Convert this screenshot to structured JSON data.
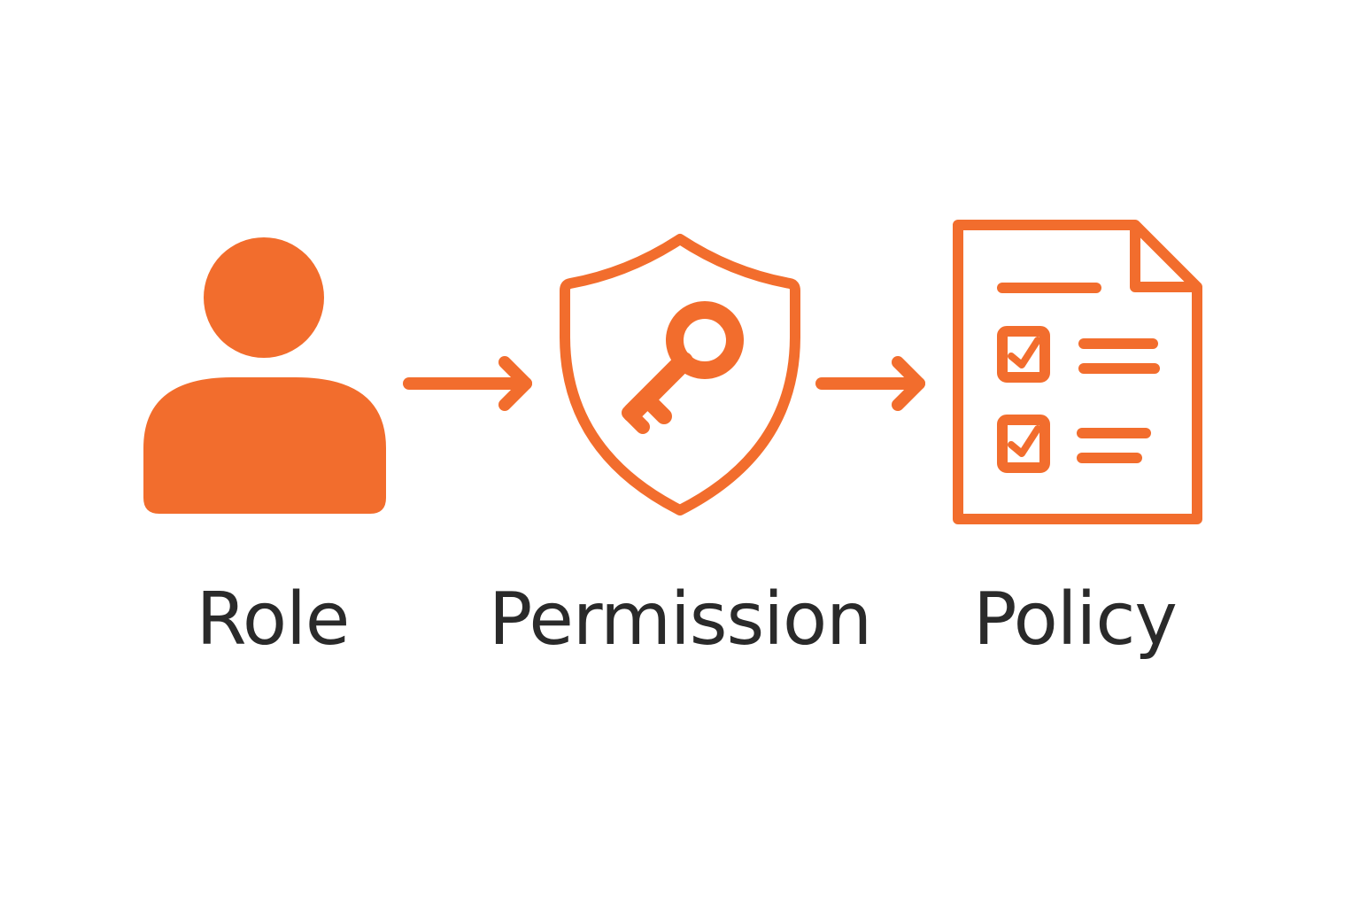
{
  "diagram": {
    "accent_color": "#F26D2D",
    "text_color": "#2A2A2A",
    "nodes": [
      {
        "id": "role",
        "label": "Role",
        "icon": "user-icon"
      },
      {
        "id": "permission",
        "label": "Permission",
        "icon": "shield-key-icon"
      },
      {
        "id": "policy",
        "label": "Policy",
        "icon": "checklist-document-icon"
      }
    ],
    "edges": [
      {
        "from": "role",
        "to": "permission",
        "icon": "arrow-right-icon"
      },
      {
        "from": "permission",
        "to": "policy",
        "icon": "arrow-right-icon"
      }
    ]
  }
}
